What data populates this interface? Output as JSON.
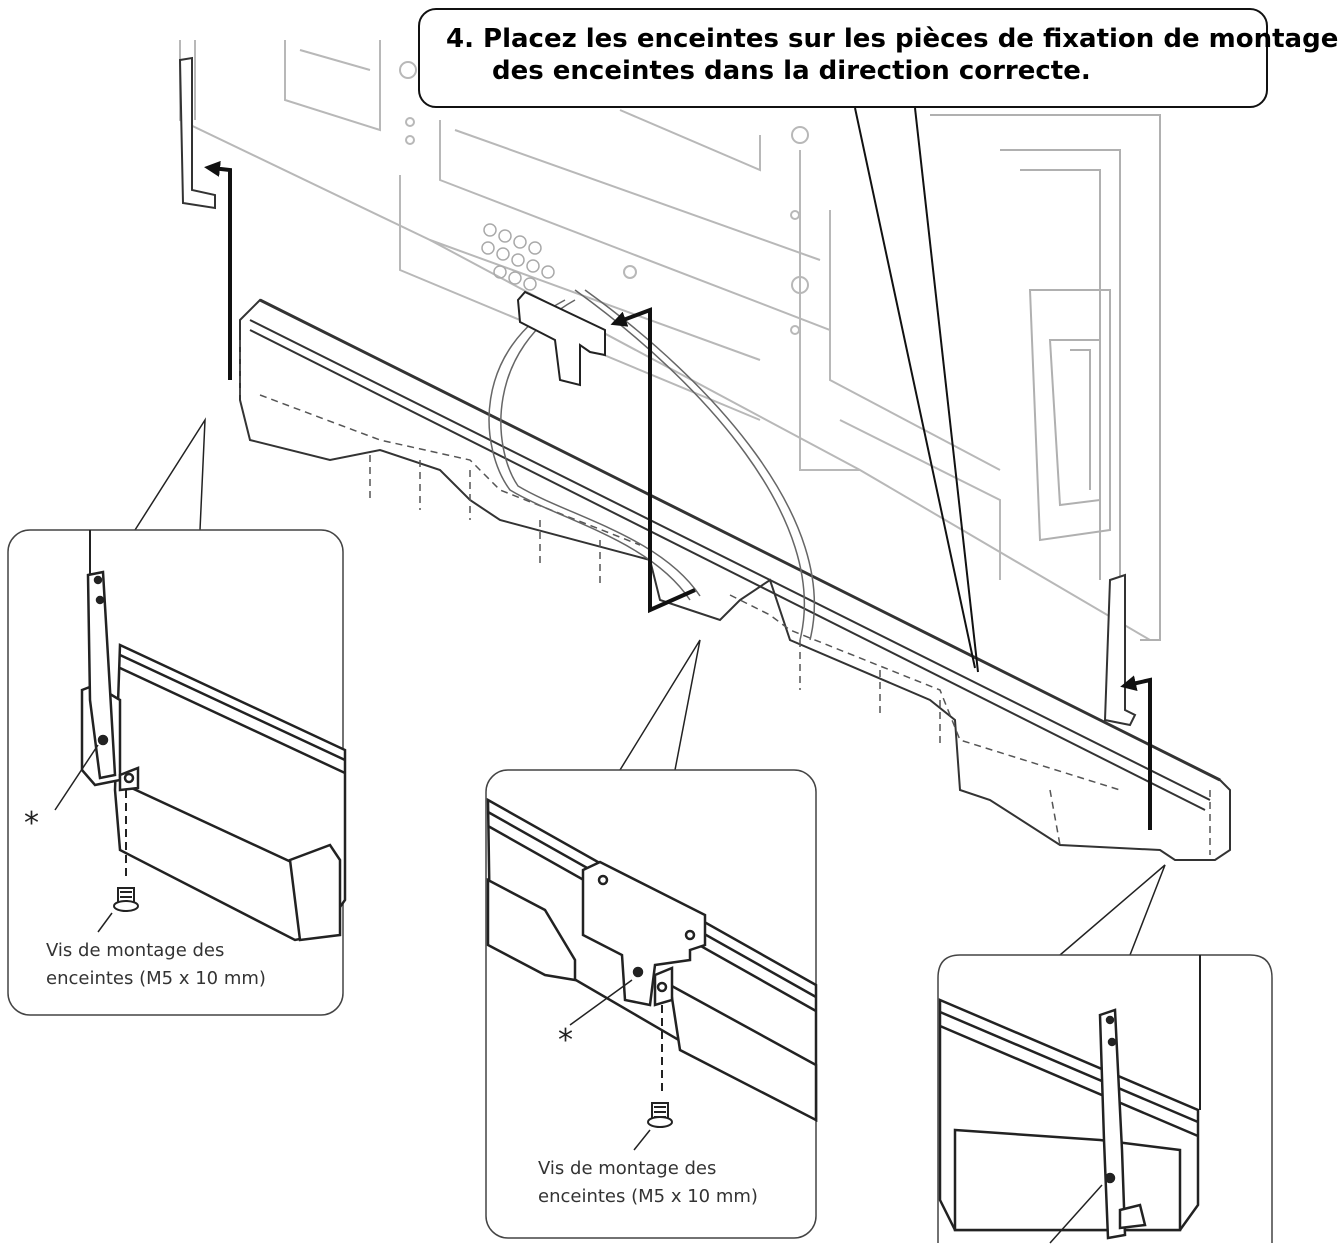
{
  "instruction": {
    "line1": "4. Placez les enceintes sur les pièces de fixation de montage",
    "line2": "des enceintes dans la direction correcte."
  },
  "detail_left": {
    "marker": "*",
    "screw_label_line1": "Vis de montage des",
    "screw_label_line2": "enceintes (M5 x 10 mm)"
  },
  "detail_center": {
    "marker": "*",
    "screw_label_line1": "Vis de montage des",
    "screw_label_line2": "enceintes (M5 x 10 mm)"
  }
}
